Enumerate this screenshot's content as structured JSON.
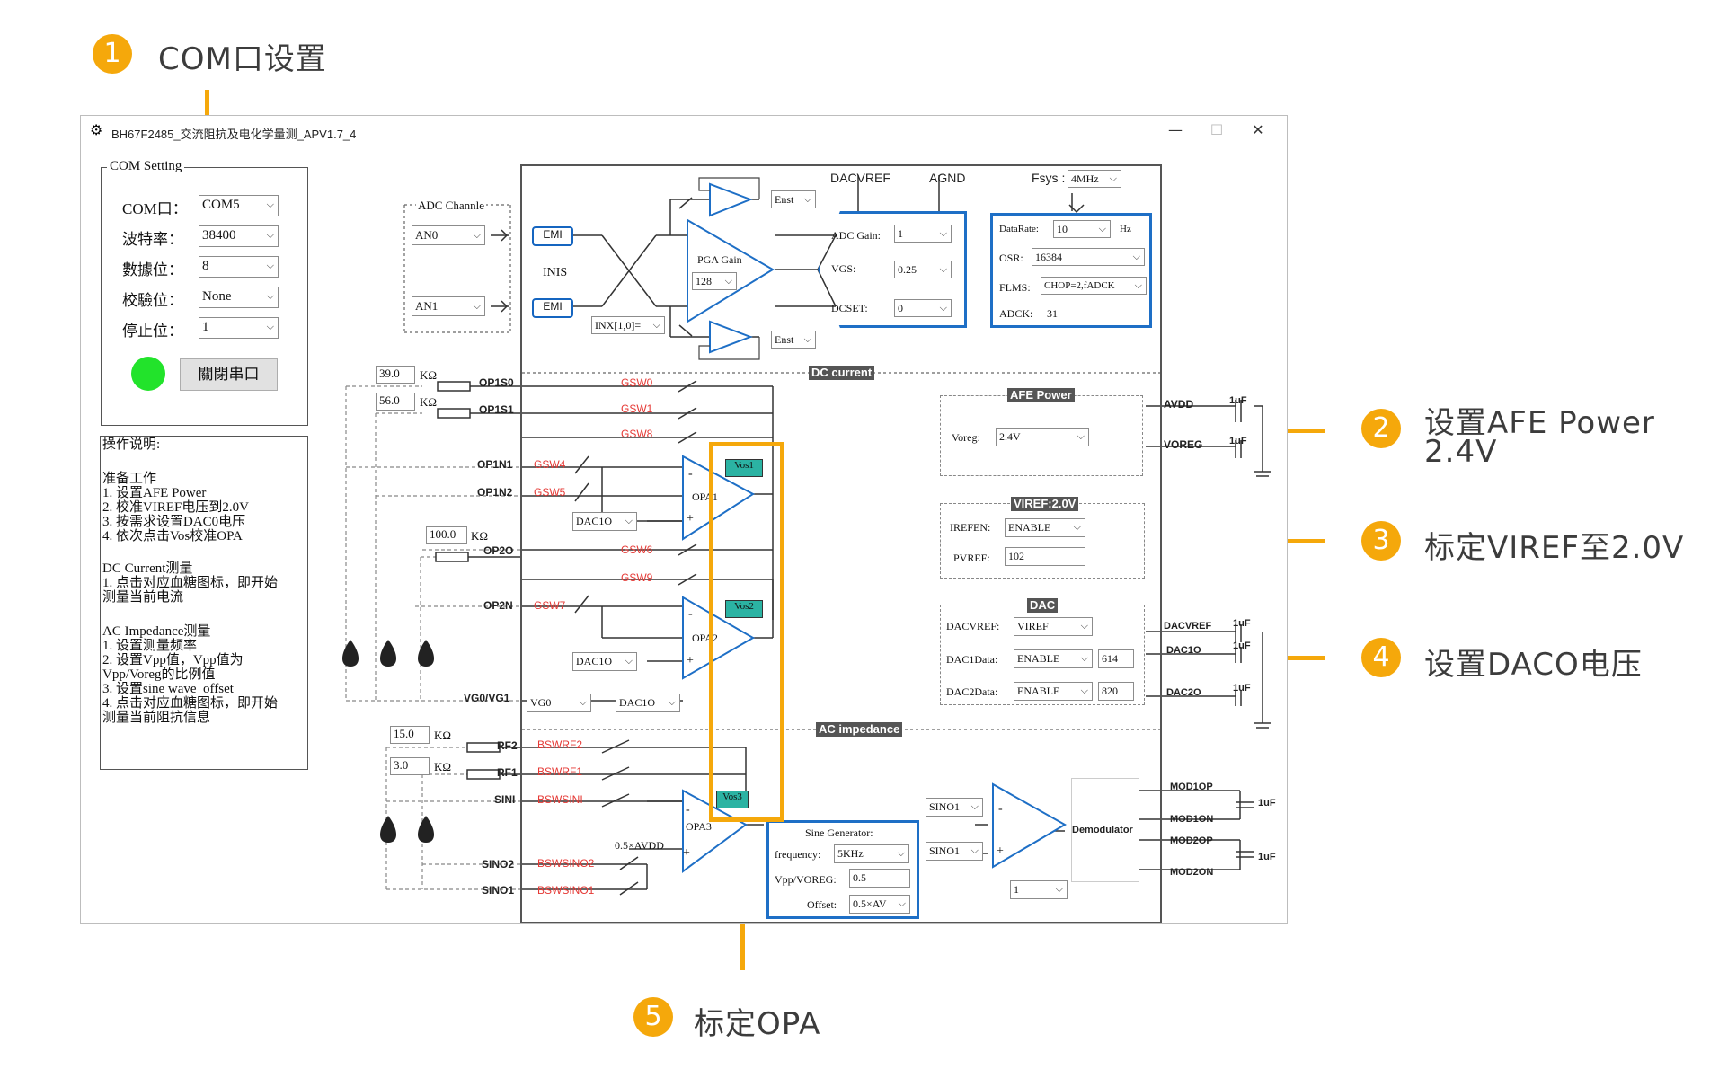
{
  "callouts": [
    {
      "num": "1",
      "text": "COM口设置"
    },
    {
      "num": "2",
      "text_line1": "设置AFE Power",
      "text_line2": "2.4V"
    },
    {
      "num": "3",
      "text": "标定VIREF至2.0V"
    },
    {
      "num": "4",
      "text": "设置DACO电压"
    },
    {
      "num": "5",
      "text": "标定OPA"
    }
  ],
  "window": {
    "title": "BH67F2485_交流阻抗及电化学量测_APV1.7_4",
    "min": "—",
    "max": "☐",
    "close": "✕"
  },
  "com_setting": {
    "title": "COM Setting",
    "fields": [
      {
        "label": "COM口：",
        "value": "COM5"
      },
      {
        "label": "波特率：",
        "value": "38400"
      },
      {
        "label": "數據位：",
        "value": "8"
      },
      {
        "label": "校驗位：",
        "value": "None"
      },
      {
        "label": "停止位：",
        "value": "1"
      }
    ],
    "status_color": "#22e32b",
    "close_port_label": "關閉串口"
  },
  "instructions": {
    "title": "操作说明:",
    "prep": "准备工作\n1. 设置AFE Power\n2. 校准VIREF电压到2.0V\n3. 按需求设置DAC0电压\n4. 依次点击Vos校准OPA",
    "dc": "DC Current测量\n1. 点击对应血糖图标，即开始\n测量当前电流",
    "ac": "AC Impedance测量\n1. 设置测量频率\n2. 设置Vpp值，Vpp值为\nVpp/Voreg的比例值\n3. 设置sine wave  offset\n4. 点击对应血糖图标，即开始\n测量当前阻抗信息"
  },
  "adc": {
    "channel_title": "ADC Channle",
    "an0": "AN0",
    "an1": "AN1",
    "emi": "EMI",
    "inis": "INIS",
    "inx": "INX[1,0]=",
    "pga_gain_label": "PGA Gain",
    "pga_gain": "128",
    "enst": "Enst",
    "dacvref": "DACVREF",
    "agnd": "AGND",
    "fsys_label": "Fsys :",
    "fsys": "4MHz",
    "adc_gain_label": "ADC Gain:",
    "adc_gain": "1",
    "vgs_label": "VGS:",
    "vgs": "0.25",
    "dcset_label": "DCSET:",
    "dcset": "0",
    "datarate_label": "DataRate:",
    "datarate": "10",
    "hz": "Hz",
    "osr_label": "OSR:",
    "osr": "16384",
    "flms_label": "FLMS:",
    "flms": "CHOP=2,fADCK",
    "adck_label": "ADCK:",
    "adck": "31"
  },
  "dc": {
    "section": "DC current",
    "r1": "39.0",
    "r2": "56.0",
    "r3": "100.0",
    "kohm": "KΩ",
    "nodes": [
      "OP1S0",
      "OP1S1",
      "OP1N1",
      "OP1N2",
      "OP2O",
      "OP2N",
      "VG0/VG1"
    ],
    "switches": [
      "GSW0",
      "GSW1",
      "GSW8",
      "GSW4",
      "GSW5",
      "GSW6",
      "GSW9",
      "GSW7"
    ],
    "opa1": "OPA1",
    "opa2": "OPA2",
    "vos1": "Vos1",
    "vos2": "Vos2",
    "dac_sel1": "DAC1O",
    "dac_sel2": "DAC1O",
    "vg_sel": "VG0",
    "vg_dac": "DAC1O",
    "minus": "-",
    "plus": "+"
  },
  "afe": {
    "title": "AFE Power",
    "voreg_label": "Voreg:",
    "voreg": "2.4V",
    "viref_title": "VIREF:2.0V",
    "irefen_label": "IREFEN:",
    "irefen": "ENABLE",
    "pvref_label": "PVREF:",
    "pvref": "102",
    "dac_title": "DAC",
    "dacvref_label": "DACVREF:",
    "dacvref": "VIREF",
    "dac1_label": "DAC1Data:",
    "dac1_en": "ENABLE",
    "dac1": "614",
    "dac2_label": "DAC2Data:",
    "dac2_en": "ENABLE",
    "dac2": "820",
    "pins": [
      "AVDD",
      "VOREG",
      "DACVREF",
      "DAC1O",
      "DAC2O"
    ],
    "cap": "1uF"
  },
  "ac": {
    "section": "AC impedance",
    "r1": "15.0",
    "r2": "3.0",
    "kohm": "KΩ",
    "nodes": [
      "RF2",
      "RF1",
      "SINI",
      "SINO2",
      "SINO1"
    ],
    "switches": [
      "BSWRF2",
      "BSWRF1",
      "BSWSINI",
      "BSWSINO2",
      "BSWSINO1"
    ],
    "avdd_frac": "0.5×AVDD",
    "opa3": "OPA3",
    "vos3": "Vos3",
    "sine_title": "Sine Generator:",
    "freq_label": "frequency:",
    "freq": "5KHz",
    "vpp_label": "Vpp/VOREG:",
    "vpp": "0.5",
    "offset_label": "Offset:",
    "offset": "0.5×AV",
    "sino_a": "SINO1",
    "sino_b": "SINO1",
    "gain_sel": "1",
    "demod": "Demodulator",
    "pins": [
      "MOD1OP",
      "MOD1ON",
      "MOD2OP",
      "MOD2ON"
    ],
    "cap": "1uF"
  }
}
